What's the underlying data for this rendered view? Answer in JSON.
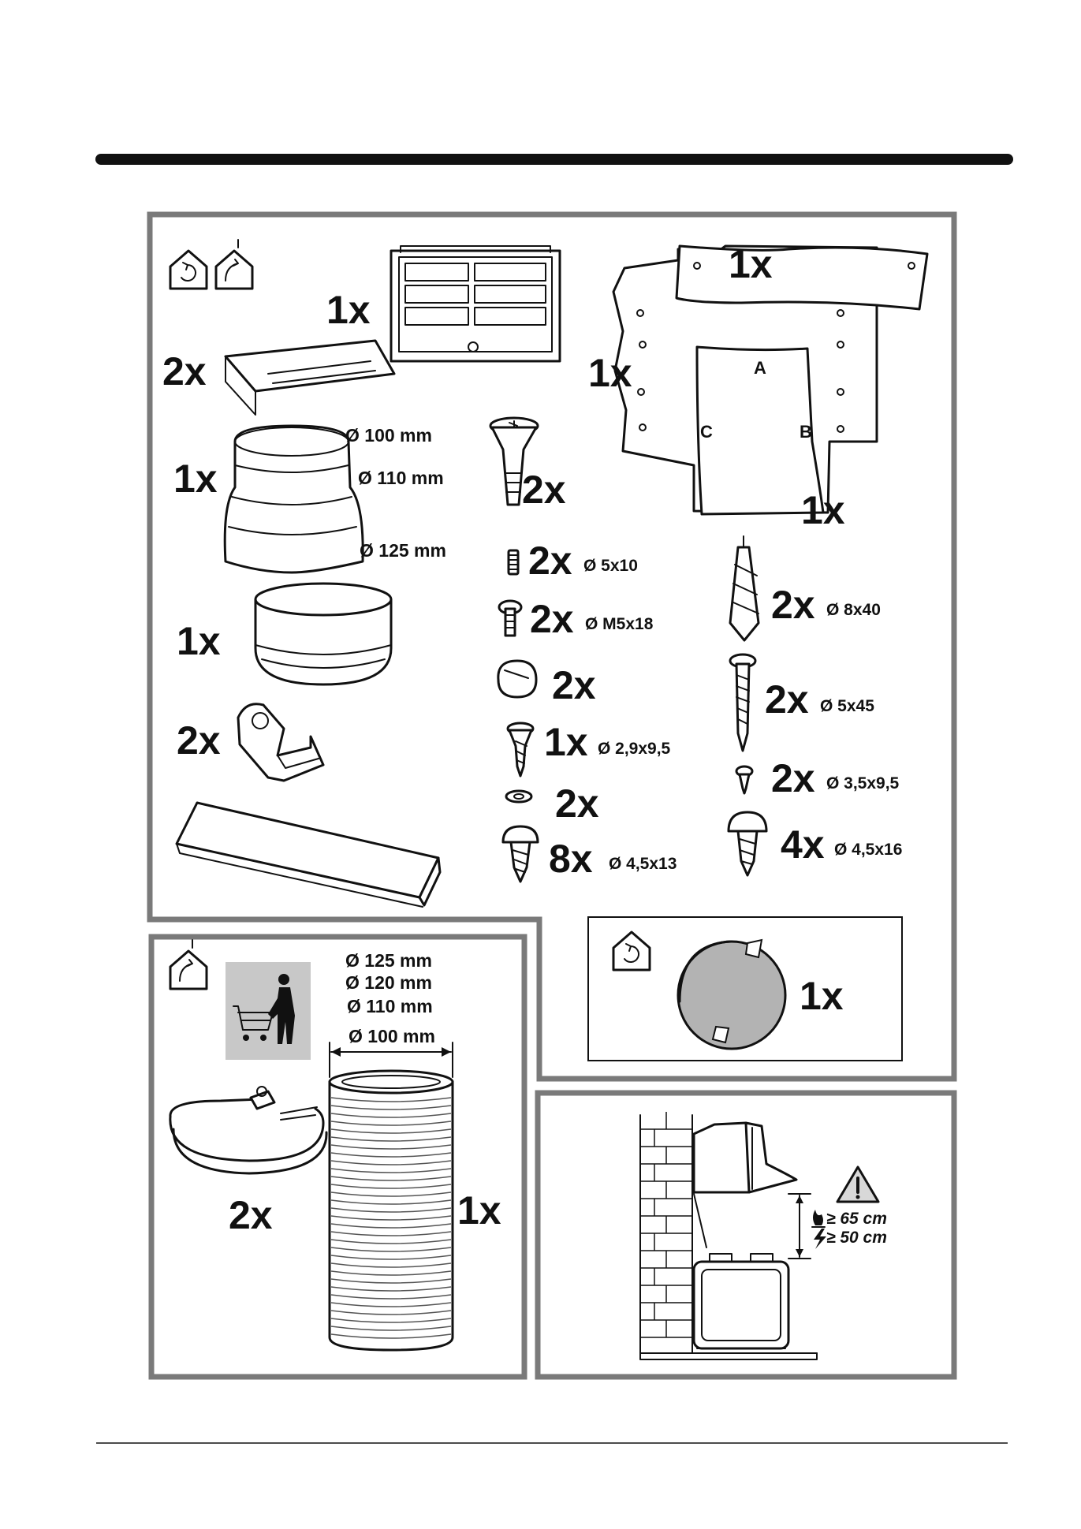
{
  "panel_main": {
    "filter_qty": "1x",
    "bracket_qty": "2x",
    "template_qty_top": "1x",
    "template_qty_left": "1x",
    "template_qty_bottom": "1x",
    "template_letters": {
      "a": "A",
      "b": "B",
      "c": "C"
    },
    "reducer_qty": "1x",
    "reducer_dims": [
      "Ø 100 mm",
      "Ø 110 mm",
      "Ø 125 mm"
    ],
    "ring_qty": "1x",
    "clip_qty": "2x",
    "pin_qty": "2x",
    "grub_qty": "2x",
    "grub_dim": "Ø 5x10",
    "bolt_qty": "2x",
    "bolt_dim": "Ø M5x18",
    "cap_qty": "2x",
    "small_screw_qty": "1x",
    "small_screw_dim": "Ø 2,9x9,5",
    "washer_qty": "2x",
    "pan_screw_qty": "8x",
    "pan_screw_dim": "Ø 4,5x13",
    "plug_qty": "2x",
    "plug_dim": "Ø 8x40",
    "long_screw_qty": "2x",
    "long_screw_dim": "Ø 5x45",
    "tiny_screw_qty": "2x",
    "tiny_screw_dim": "Ø 3,5x9,5",
    "big_screw_qty": "4x",
    "big_screw_dim": "Ø 4,5x16"
  },
  "panel_recirc": {
    "carbon_filter_qty": "1x"
  },
  "panel_ducted": {
    "duct_dims": [
      "Ø 125 mm",
      "Ø 120 mm",
      "Ø 110 mm",
      "Ø 100 mm"
    ],
    "clamp_qty": "2x",
    "duct_qty": "1x"
  },
  "panel_install": {
    "gas_distance": "≥ 65 cm",
    "electric_distance": "≥ 50 cm"
  },
  "icons": [
    "recirculation-house-icon",
    "ducted-house-icon",
    "shopping-cart-person-icon",
    "warning-triangle-icon",
    "flame-icon",
    "lightning-icon"
  ],
  "colors": {
    "ink": "#111111",
    "panel_border": "#7a7a7a",
    "shop_box": "#c8c8c8",
    "filter_fill": "#b3b3b3"
  }
}
